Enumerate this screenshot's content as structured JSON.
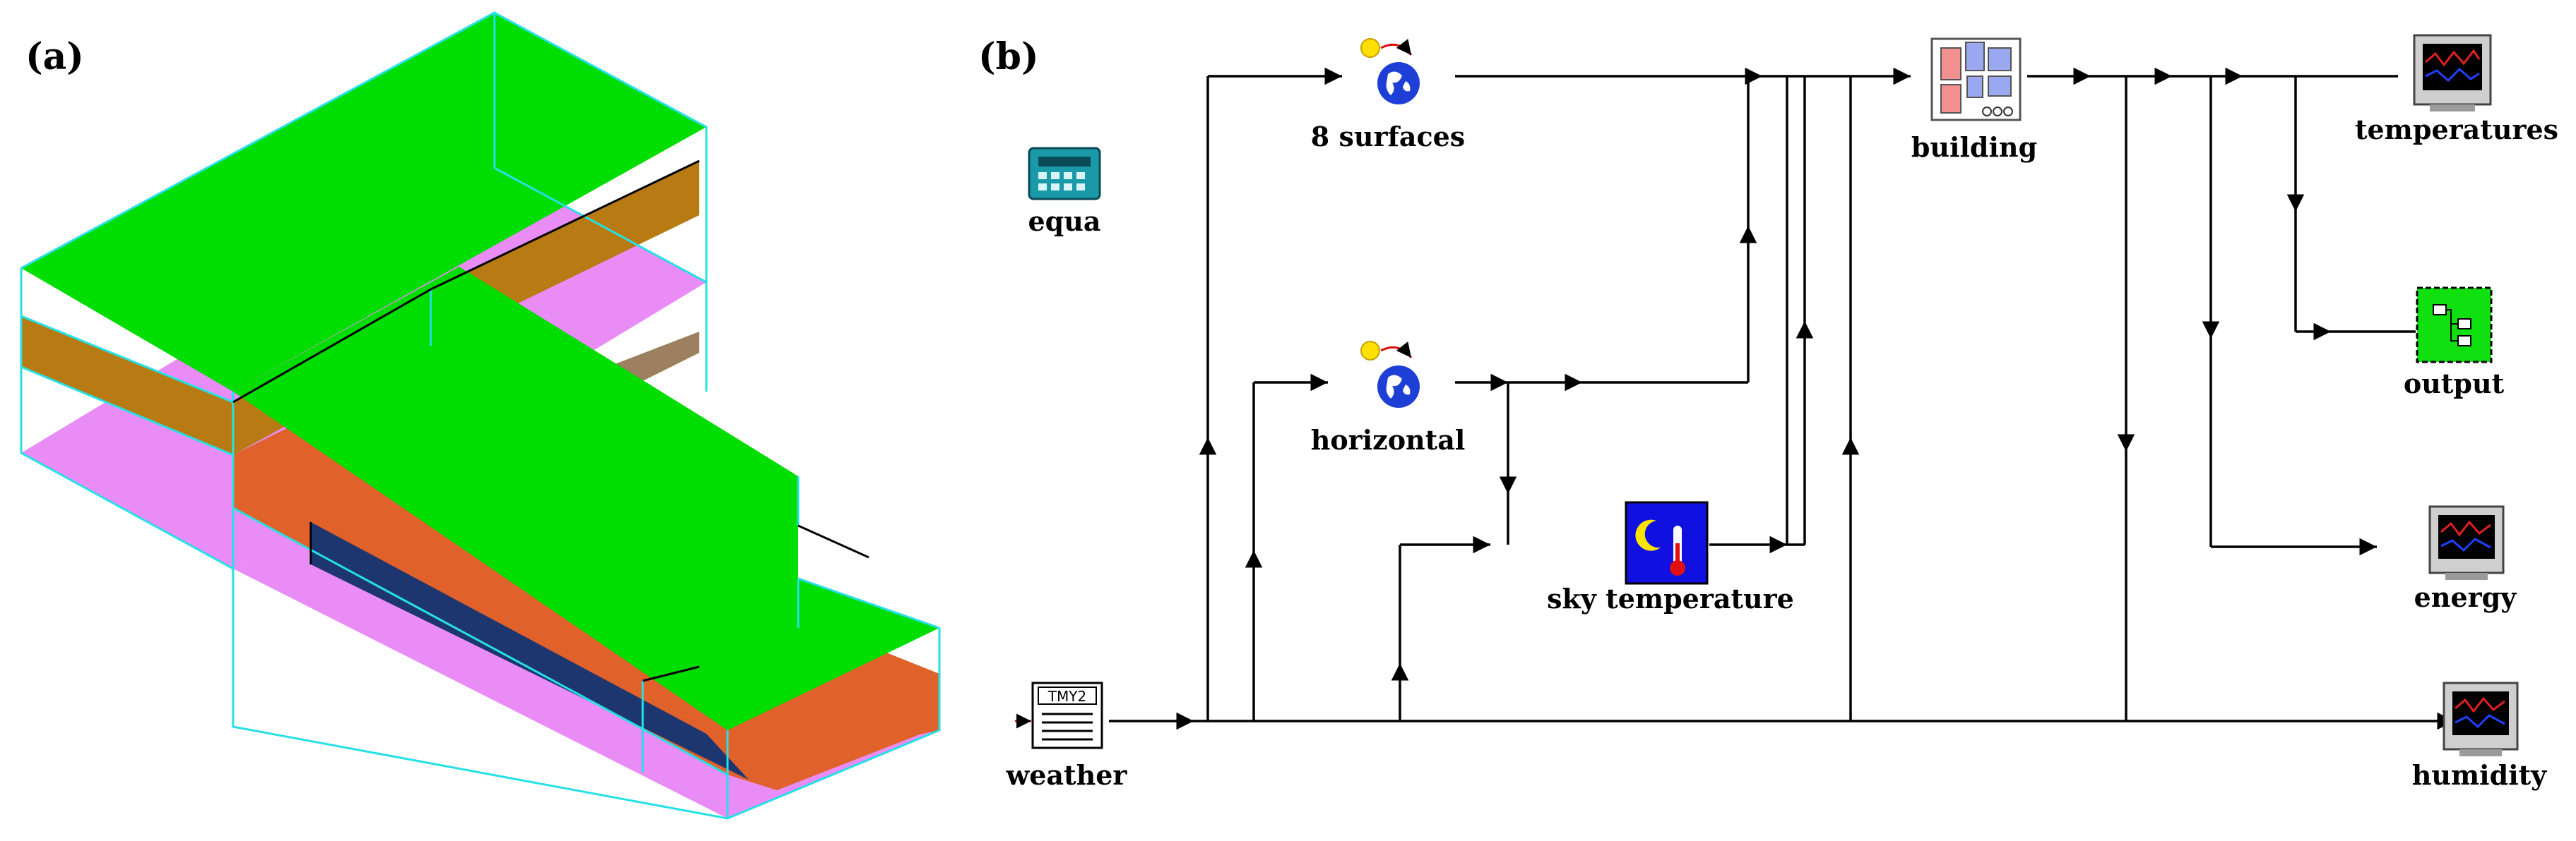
{
  "panel_a": {
    "label": "(a)",
    "colors": {
      "roof": "#00dd00",
      "floor": "#e98cf5",
      "wall_brown": "#b87a12",
      "wall_orange": "#e0612a",
      "wall_dark": "#1d3670",
      "frame": "#26e0e6"
    }
  },
  "panel_b": {
    "label": "(b)",
    "components": {
      "equa": "equa",
      "surfaces": "8 surfaces",
      "horizontal": "horizontal",
      "sky": "sky temperature",
      "building": "building",
      "weather": "weather",
      "weather_badge": "TMY2",
      "temperatures": "temperatures",
      "output": "output",
      "energy": "energy",
      "humidity": "humidity"
    },
    "icons": {
      "equa": "calculator-icon",
      "surfaces": "solar-radiation-icon",
      "horizontal": "solar-radiation-icon",
      "sky": "moon-thermometer-icon",
      "building": "building-floorplan-icon",
      "weather": "weather-data-file-icon",
      "temperatures": "monitor-plot-icon",
      "output": "output-printer-icon",
      "energy": "monitor-plot-icon",
      "humidity": "monitor-plot-icon"
    }
  }
}
